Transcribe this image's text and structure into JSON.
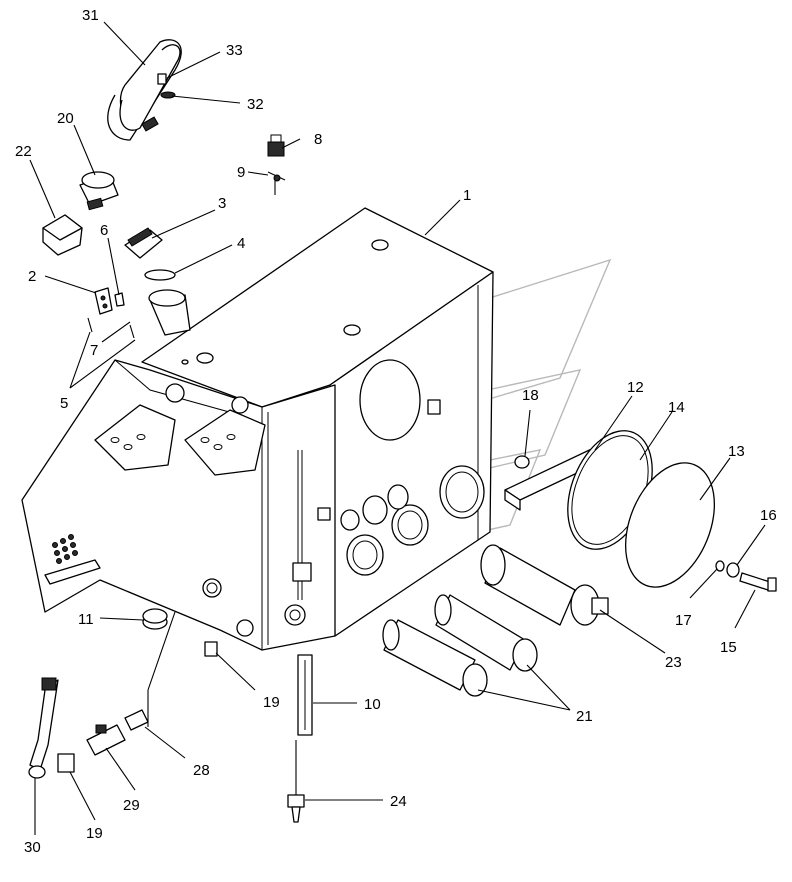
{
  "callouts": [
    {
      "id": "c1",
      "label": "1"
    },
    {
      "id": "c2",
      "label": "2"
    },
    {
      "id": "c3",
      "label": "3"
    },
    {
      "id": "c4",
      "label": "4"
    },
    {
      "id": "c5",
      "label": "5"
    },
    {
      "id": "c6",
      "label": "6"
    },
    {
      "id": "c7",
      "label": "7"
    },
    {
      "id": "c8",
      "label": "8"
    },
    {
      "id": "c9",
      "label": "9"
    },
    {
      "id": "c10",
      "label": "10"
    },
    {
      "id": "c11",
      "label": "11"
    },
    {
      "id": "c12",
      "label": "12"
    },
    {
      "id": "c13",
      "label": "13"
    },
    {
      "id": "c14",
      "label": "14"
    },
    {
      "id": "c15",
      "label": "15"
    },
    {
      "id": "c16",
      "label": "16"
    },
    {
      "id": "c17",
      "label": "17"
    },
    {
      "id": "c18",
      "label": "18"
    },
    {
      "id": "c19a",
      "label": "19"
    },
    {
      "id": "c19b",
      "label": "19"
    },
    {
      "id": "c20",
      "label": "20"
    },
    {
      "id": "c21",
      "label": "21"
    },
    {
      "id": "c22",
      "label": "22"
    },
    {
      "id": "c23",
      "label": "23"
    },
    {
      "id": "c24",
      "label": "24"
    },
    {
      "id": "c28",
      "label": "28"
    },
    {
      "id": "c29",
      "label": "29"
    },
    {
      "id": "c30",
      "label": "30"
    },
    {
      "id": "c31",
      "label": "31"
    },
    {
      "id": "c32",
      "label": "32"
    },
    {
      "id": "c33",
      "label": "33"
    }
  ]
}
